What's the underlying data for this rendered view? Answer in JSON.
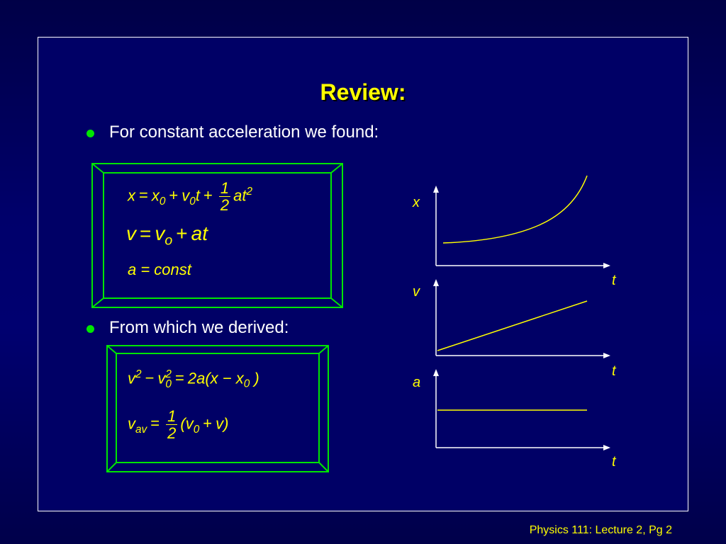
{
  "title": "Review:",
  "bullets": [
    {
      "text": "For constant acceleration we found:"
    },
    {
      "text": "From which we derived:"
    }
  ],
  "equations_box1": {
    "eq1": {
      "x": "x",
      "x0": "x",
      "x0_sub": "0",
      "v0": "v",
      "v0_sub": "0",
      "t": "t",
      "frac_num": "1",
      "frac_den": "2",
      "at": "at",
      "sq": "2"
    },
    "eq2": {
      "v": "v",
      "v0": "v",
      "v0_sub": "o",
      "at": "at"
    },
    "eq3": {
      "text": "a = const"
    }
  },
  "equations_box2": {
    "eq1": {
      "v": "v",
      "sq1": "2",
      "v0": "v",
      "sq2": "2",
      "v0_sub": "0",
      "rhs": "2a(x − x",
      "x0_sub": "0",
      "close": " )"
    },
    "eq2": {
      "vav": "v",
      "vav_sub": "av",
      "frac_num": "1",
      "frac_den": "2",
      "paren": "(v",
      "v0_sub": "0",
      "plus_v": "v)"
    }
  },
  "graphs": [
    {
      "ylabel": "x",
      "xlabel": "t",
      "shape": "parabola"
    },
    {
      "ylabel": "v",
      "xlabel": "t",
      "shape": "line"
    },
    {
      "ylabel": "a",
      "xlabel": "t",
      "shape": "constant"
    }
  ],
  "colors": {
    "accent": "#ffff00",
    "box_border": "#00e600",
    "background": "#000066",
    "text": "#ffffff"
  },
  "footer": "Physics 111: Lecture 2, Pg 2"
}
